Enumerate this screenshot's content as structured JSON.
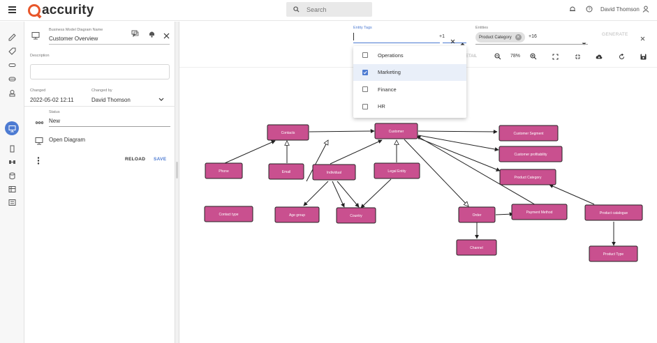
{
  "header": {
    "logo_text": "accurity",
    "search_placeholder": "Search",
    "user_name": "David Thomson"
  },
  "panel": {
    "name_label": "Business Model Diagram Name",
    "name_value": "Customer Overview",
    "description_label": "Description",
    "changed_label": "Changed",
    "changed_value": "2022-05-02 12:11",
    "changed_by_label": "Changed by",
    "changed_by_value": "David Thomson",
    "status_label": "Status",
    "status_value": "New",
    "open_diagram_label": "Open Diagram",
    "reload_label": "RELOAD",
    "save_label": "SAVE"
  },
  "filters": {
    "entity_tags_label": "Entity Tags",
    "entity_tags_more": "+1",
    "entities_label": "Entities",
    "entities_chip": "Product Category",
    "entities_more": "+16",
    "generate_label": "GENERATE",
    "tag_options": [
      {
        "label": "Operations",
        "checked": false
      },
      {
        "label": "Marketing",
        "checked": true
      },
      {
        "label": "Finance",
        "checked": false
      },
      {
        "label": "HR",
        "checked": false
      }
    ]
  },
  "toolbar": {
    "detail_label": "ETAIL",
    "zoom_value": "78%"
  },
  "colors": {
    "accent": "#4d7bd2",
    "brand": "#e8562a",
    "node_fill": "#c9508f"
  },
  "diagram": {
    "nodes": [
      {
        "id": "contacts",
        "label": "Contacts"
      },
      {
        "id": "customer",
        "label": "Customer"
      },
      {
        "id": "customer_segment",
        "label": "Customer Segment"
      },
      {
        "id": "customer_profitability",
        "label": "Customer profitability"
      },
      {
        "id": "product_category",
        "label": "Product Category"
      },
      {
        "id": "phone",
        "label": "Phone"
      },
      {
        "id": "email",
        "label": "Email"
      },
      {
        "id": "individual",
        "label": "Individual"
      },
      {
        "id": "legal_entity",
        "label": "Legal Entity"
      },
      {
        "id": "contact_type",
        "label": "Contact type"
      },
      {
        "id": "age_group",
        "label": "Age group"
      },
      {
        "id": "country",
        "label": "Country"
      },
      {
        "id": "order",
        "label": "Order"
      },
      {
        "id": "payment_method",
        "label": "Payment Method"
      },
      {
        "id": "product_catalogue",
        "label": "Product catalogue"
      },
      {
        "id": "channel",
        "label": "Channel"
      },
      {
        "id": "product_type",
        "label": "Product Type"
      }
    ]
  }
}
